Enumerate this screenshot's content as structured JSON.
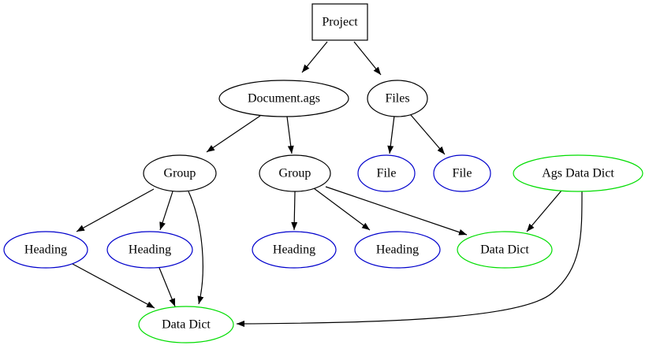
{
  "colors": {
    "default": "#000000",
    "leaf": "#0000cc",
    "dict": "#00dd00"
  },
  "nodes": {
    "project": {
      "label": "Project",
      "color": "default"
    },
    "document": {
      "label": "Document.ags",
      "color": "default"
    },
    "files": {
      "label": "Files",
      "color": "default"
    },
    "group_a": {
      "label": "Group",
      "color": "default"
    },
    "group_b": {
      "label": "Group",
      "color": "default"
    },
    "file_1": {
      "label": "File",
      "color": "leaf"
    },
    "file_2": {
      "label": "File",
      "color": "leaf"
    },
    "ags_data_dict": {
      "label": "Ags Data Dict",
      "color": "dict"
    },
    "heading_1": {
      "label": "Heading",
      "color": "leaf"
    },
    "heading_2": {
      "label": "Heading",
      "color": "leaf"
    },
    "heading_3": {
      "label": "Heading",
      "color": "leaf"
    },
    "heading_4": {
      "label": "Heading",
      "color": "leaf"
    },
    "data_dict_right": {
      "label": "Data Dict",
      "color": "dict"
    },
    "data_dict_bottom": {
      "label": "Data Dict",
      "color": "dict"
    }
  },
  "edges": [
    [
      "project",
      "document"
    ],
    [
      "project",
      "files"
    ],
    [
      "document",
      "group_a"
    ],
    [
      "document",
      "group_b"
    ],
    [
      "files",
      "file_1"
    ],
    [
      "files",
      "file_2"
    ],
    [
      "group_a",
      "heading_1"
    ],
    [
      "group_a",
      "heading_2"
    ],
    [
      "group_a",
      "data_dict_bottom"
    ],
    [
      "group_b",
      "heading_3"
    ],
    [
      "group_b",
      "heading_4"
    ],
    [
      "group_b",
      "data_dict_right"
    ],
    [
      "ags_data_dict",
      "data_dict_right"
    ],
    [
      "ags_data_dict",
      "data_dict_bottom"
    ],
    [
      "heading_1",
      "data_dict_bottom"
    ],
    [
      "heading_2",
      "data_dict_bottom"
    ]
  ]
}
